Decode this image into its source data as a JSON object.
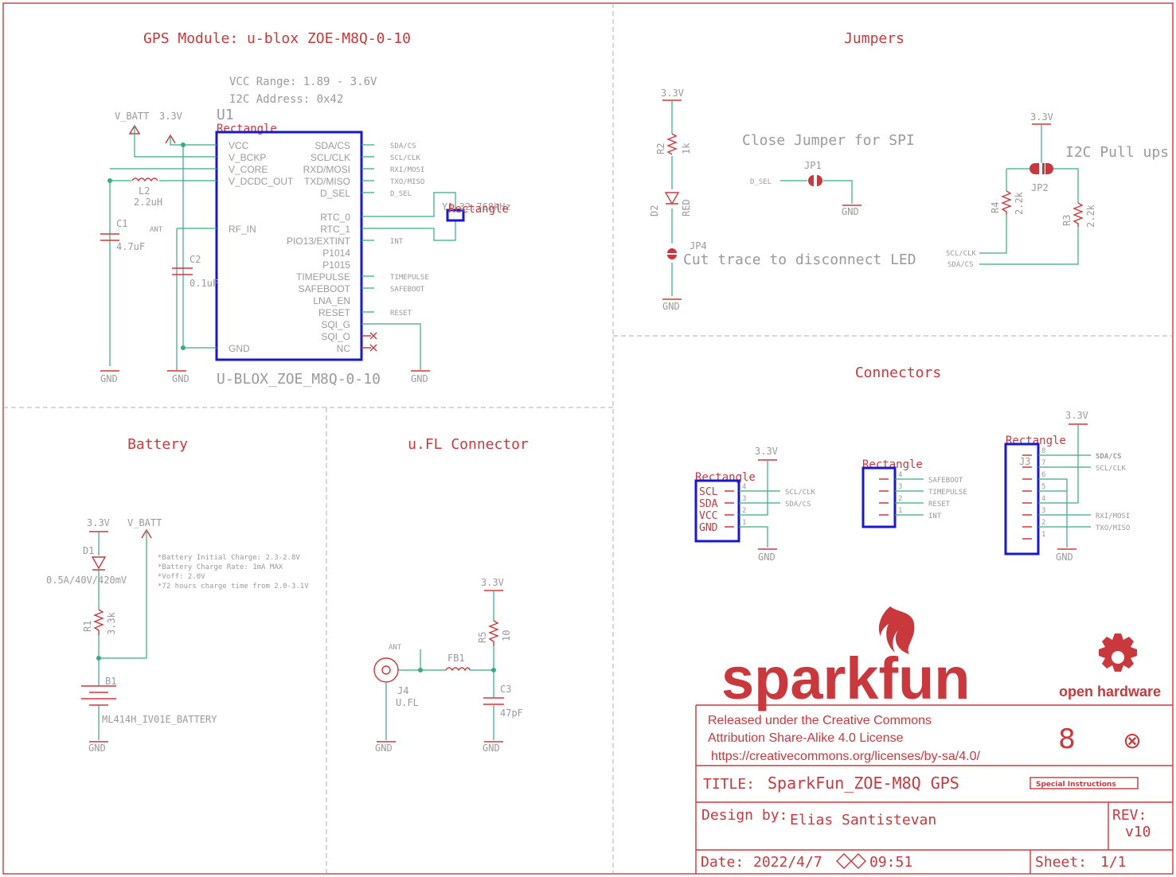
{
  "sections": {
    "gps": "GPS Module: u-blox ZOE-M8Q-0-10",
    "jumpers": "Jumpers",
    "connectors": "Connectors",
    "battery": "Battery",
    "ufl": "u.FL Connector"
  },
  "gps": {
    "vcc_range": "VCC Range: 1.89 - 3.6V",
    "i2c_addr": "I2C Address: 0x42",
    "ref": "U1",
    "rect_label": "Rectangle",
    "part_name": "U-BLOX_ZOE_M8Q-0-10",
    "pins_left": [
      "VCC",
      "V_BCKP",
      "V_CORE",
      "V_DCDC_OUT",
      "RF_IN",
      "GND"
    ],
    "pins_right": [
      "SDA/CS",
      "SCL/CLK",
      "RXD/MOSI",
      "TXD/MISO",
      "D_SEL",
      "RTC_0",
      "RTC_1",
      "PIO13/EXTINT",
      "P1014",
      "P1015",
      "TIMEPULSE",
      "SAFEBOOT",
      "LNA_EN",
      "RESET",
      "SQI_G",
      "SQI_O",
      "NC"
    ],
    "nets_right": [
      "SDA/CS",
      "SCL/CLK",
      "RXI/MOSI",
      "TXO/MISO",
      "D_SEL",
      "INT",
      "TIMEPULSE",
      "SAFEBOOT",
      "RESET"
    ],
    "v_batt": "V_BATT",
    "v33": "3.3V",
    "ant": "ANT",
    "gnd": "GND",
    "l2": "L2",
    "l2_val": "2.2uH",
    "c1": "C1",
    "c1_val": "4.7uF",
    "c2": "C2",
    "c2_val": "0.1uF",
    "xtal": "Y1 32.768kHz"
  },
  "jumpers": {
    "v33": "3.3V",
    "r2": "R2",
    "r2_val": "1k",
    "d2": "D2",
    "d2_val": "RED",
    "jp4": "JP4",
    "jp4_note": "Cut trace to disconnect LED",
    "gnd": "GND",
    "spi_note": "Close Jumper for SPI",
    "jp1": "JP1",
    "d_sel": "D_SEL",
    "i2c_note": "I2C Pull ups",
    "jp2": "JP2",
    "r4": "R4",
    "r4_val": "2.2k",
    "r3": "R3",
    "r3_val": "2.2k",
    "scl": "SCL/CLK",
    "sda": "SDA/CS"
  },
  "connectors": {
    "v33": "3.3V",
    "gnd": "GND",
    "rect": "Rectangle",
    "j1_pins": [
      "SCL",
      "SDA",
      "VCC",
      "GND"
    ],
    "j1_nums": [
      "4",
      "3",
      "2",
      "1"
    ],
    "j1_nets": [
      "SCL/CLK",
      "SDA/CS"
    ],
    "j2_nums": [
      "4",
      "3",
      "2",
      "1"
    ],
    "j2_nets": [
      "SAFEBOOT",
      "TIMEPULSE",
      "RESET",
      "INT"
    ],
    "j3_ref": "J3",
    "j3_nums": [
      "8",
      "7",
      "6",
      "5",
      "4",
      "3",
      "2",
      "1"
    ],
    "j3_nets": [
      "SDA/CS",
      "SCL/CLK",
      "RXI/MOSI",
      "TXO/MISO"
    ]
  },
  "battery": {
    "v33": "3.3V",
    "v_batt": "V_BATT",
    "d1": "D1",
    "d1_val": "0.5A/40V/420mV",
    "r1": "R1",
    "r1_val": "3.3k",
    "b1": "B1",
    "b1_val": "ML414H_IV01E_BATTERY",
    "gnd": "GND",
    "notes": [
      "*Battery Initial Charge: 2.3-2.8V",
      "*Battery Charge Rate: 1mA MAX",
      "*Voff: 2.0V",
      "*72 hours charge time from 2.0-3.1V"
    ]
  },
  "ufl": {
    "v33": "3.3V",
    "r5": "R5",
    "r5_val": "10",
    "ant": "ANT",
    "fb1": "FB1",
    "j4": "J4",
    "j4_val": "U.FL",
    "c3": "C3",
    "c3_val": "47pF",
    "gnd": "GND"
  },
  "logos": {
    "sparkfun": "sparkfun",
    "open_hardware": "open hardware"
  },
  "title_block": {
    "license_1": "Released under the Creative Commons",
    "license_2": "Attribution Share-Alike 4.0 License",
    "license_3": "https://creativecommons.org/licenses/by-sa/4.0/",
    "title_label": "TITLE:",
    "title": "SparkFun_ZOE-M8Q GPS",
    "special": "Special Instructions",
    "design_label": "Design by:",
    "designer": "Elias Santistevan",
    "rev_label": "REV:",
    "rev": "v10",
    "date_label": "Date:",
    "date": "2022/4/7",
    "time": "09:51",
    "sheet_label": "Sheet:",
    "sheet": "1/1"
  },
  "colors": {
    "frame": "#c8383c",
    "wire": "#3aa985",
    "part_outline": "#1818d0",
    "text_grey": "#9a9a9a"
  }
}
